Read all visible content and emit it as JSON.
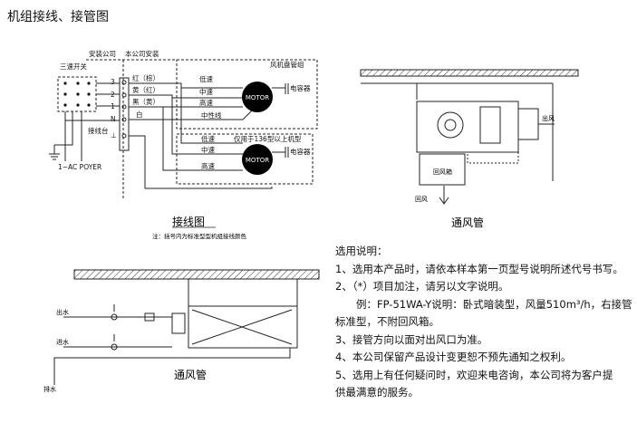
{
  "title": "机组接线、接管图",
  "wiring": {
    "caption": "接线图",
    "note": "注：括号内为标准型型机组接线颜色",
    "installer_left": "安装公司",
    "installer_right": "本公司安装",
    "switch": "三速开关",
    "terminal": "接线台",
    "power": "1~AC POYER",
    "box": "风机盘管组",
    "fan_high_power": "仅用于136型以上机型",
    "motor": "MOTOR",
    "capacitor": "电容器",
    "speeds": [
      "低速",
      "中速",
      "高速"
    ],
    "neutral": "中性线",
    "terminal_nums": [
      "3",
      "2",
      "1",
      "N",
      "⊥"
    ],
    "wire_colors": [
      "红（棕）",
      "黄（红）",
      "黑（黄）",
      "白"
    ]
  },
  "duct_top": {
    "caption": "通风管",
    "outlet": "出风",
    "return_box": "回风箱",
    "return_air": "回风"
  },
  "duct_bottom": {
    "caption": "通风管",
    "outlet_water": "出水",
    "inlet_water": "进水",
    "drain": "排水"
  },
  "notes": {
    "heading": "选用说明：",
    "items": [
      "1、选用本产品时，请依本样本第一页型号说明所述代号书写。",
      "2、（*）项目加注，请另以文字说明。",
      "　　例：FP-51WA-Y说明：卧式暗装型，风量510m³/h，右接管",
      "标准型，不附回风箱。",
      "3、接管方向以面对出风口为准。",
      "4、本公司保留产品设计变更恕不预先通知之权利。",
      "5、选用上有任何疑问时，欢迎来电咨询，本公司将为客户提",
      "供最满意的服务。"
    ]
  }
}
